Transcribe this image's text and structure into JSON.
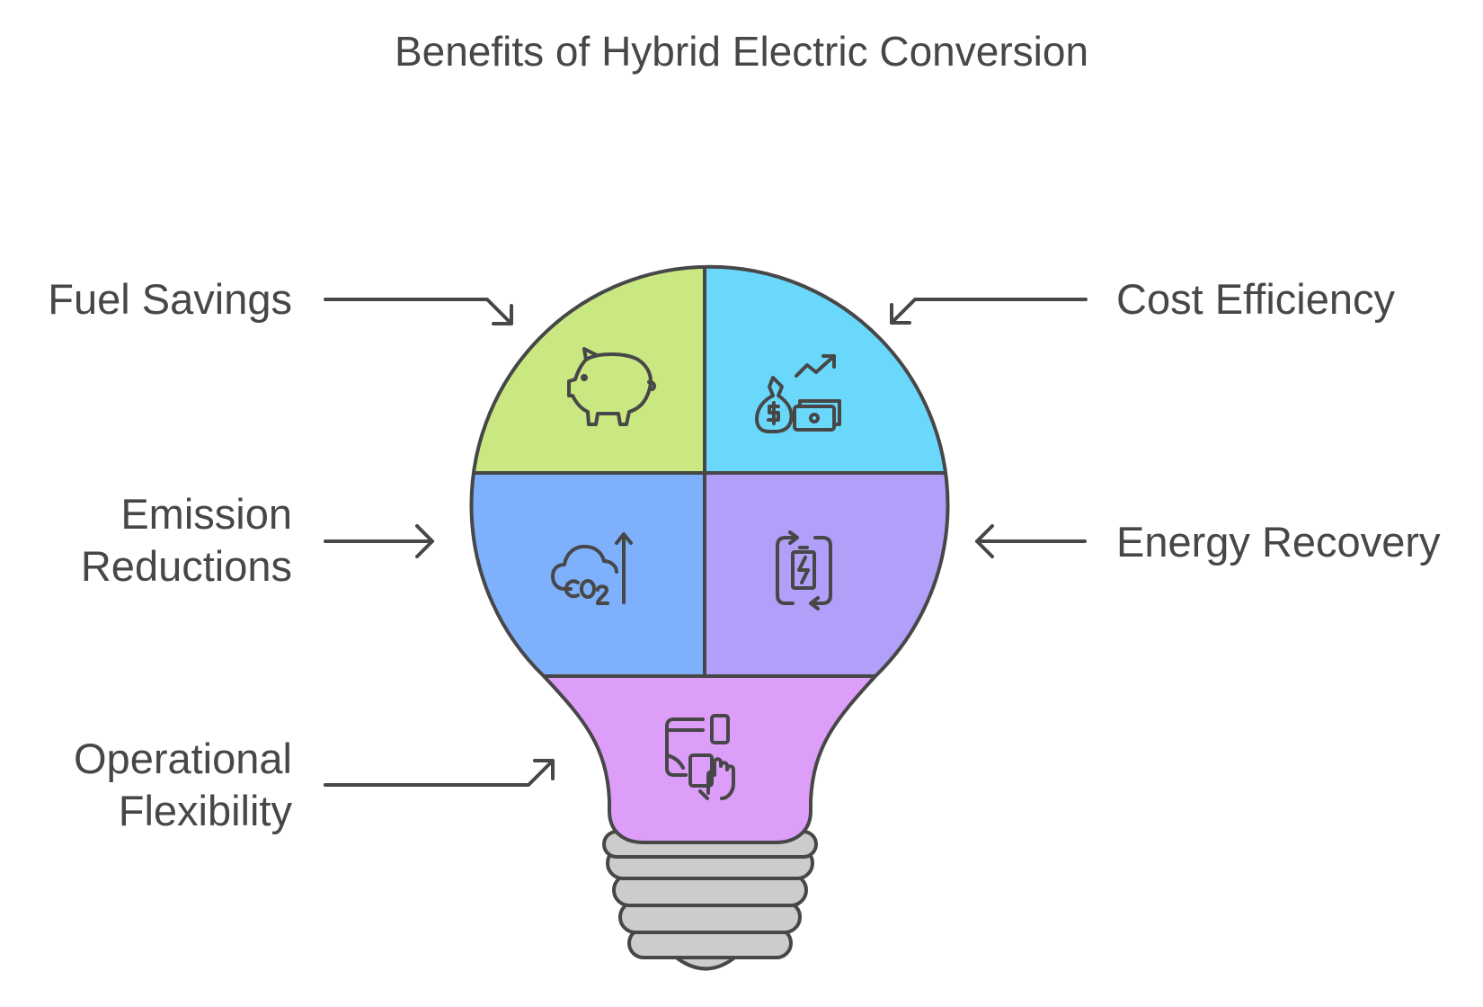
{
  "title": "Benefits of Hybrid Electric Conversion",
  "benefits": {
    "fuel_savings": {
      "label": "Fuel Savings",
      "color": "#C9E882",
      "icon": "piggy-bank-icon"
    },
    "cost_efficiency": {
      "label": "Cost Efficiency",
      "color": "#6AD8FB",
      "icon": "money-growth-icon"
    },
    "emission_reductions": {
      "label": "Emission\nReductions",
      "color": "#7FB0FB",
      "icon": "co2-reduction-icon"
    },
    "energy_recovery": {
      "label": "Energy Recovery",
      "color": "#B19FF9",
      "icon": "battery-recharge-icon"
    },
    "operational_flexibility": {
      "label": "Operational\nFlexibility",
      "color": "#DC9EF8",
      "icon": "devices-touch-icon"
    }
  },
  "colors": {
    "outline": "#474747",
    "base": "#CCCCCC",
    "text": "#474747"
  }
}
